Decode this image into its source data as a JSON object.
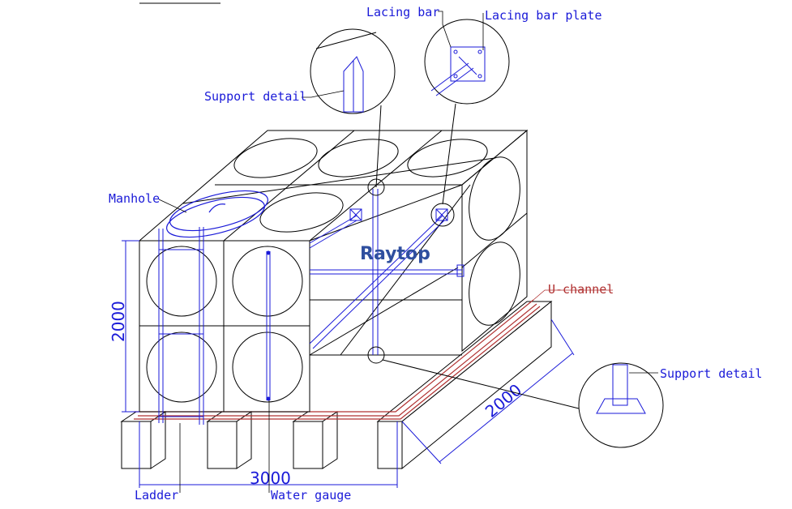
{
  "colors": {
    "outline": "#000000",
    "accent": "#1a1ad8",
    "uchannel": "#b03030",
    "brand": "#2f4f9f"
  },
  "brand": "Raytop",
  "labels": {
    "lacing_bar": "Lacing bar",
    "lacing_bar_plate": "Lacing bar plate",
    "support_detail_top": "Support detail",
    "manhole": "Manhole",
    "u_channel": "U-channel",
    "support_detail_bottom": "Support detail",
    "ladder": "Ladder",
    "water_gauge": "Water gauge"
  },
  "dimensions": {
    "height": "2000",
    "width": "3000",
    "depth": "2000"
  }
}
